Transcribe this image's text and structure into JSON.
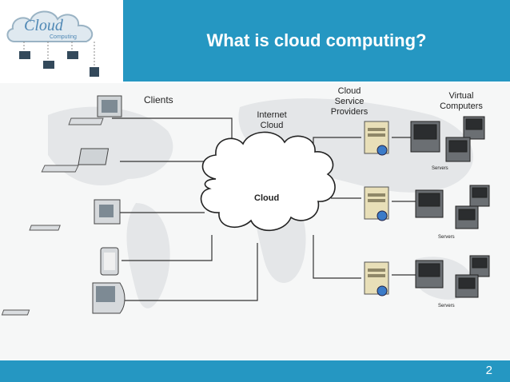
{
  "logo": {
    "text_main": "Cloud",
    "text_sub": "Computing"
  },
  "slide": {
    "title": "What is cloud computing?",
    "page_number": "2"
  },
  "diagram": {
    "clients_label": "Clients",
    "internet_cloud_label": "Internet\nCloud",
    "cloud_label": "Cloud",
    "providers_label": "Cloud\nService\nProviders",
    "virtual_label": "Virtual\nComputers",
    "servers_labels": [
      "Servers",
      "Servers",
      "Servers"
    ]
  }
}
